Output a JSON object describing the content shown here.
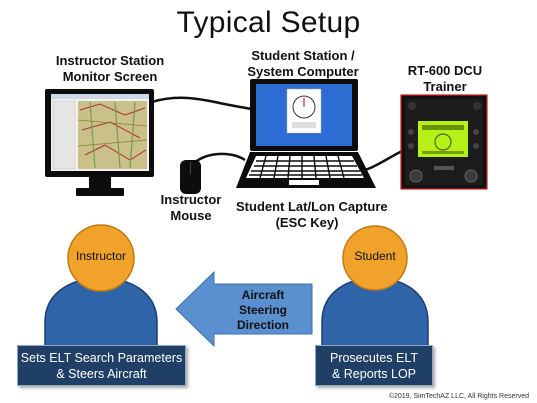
{
  "title": "Typical Setup",
  "instructor_station_label": [
    "Instructor Station",
    "Monitor Screen"
  ],
  "student_station_label": [
    "Student Station /",
    "System Computer"
  ],
  "trainer_label": [
    "RT-600 DCU",
    "Trainer"
  ],
  "mouse_label": [
    "Instructor",
    "Mouse"
  ],
  "capture_label": [
    "Student Lat/Lon Capture",
    "(ESC Key)"
  ],
  "instructor_badge": "Instructor",
  "student_badge": "Student",
  "arrow_label": [
    "Aircraft",
    "Steering",
    "Direction"
  ],
  "instructor_box": [
    "Sets ELT Search Parameters",
    "& Steers Aircraft"
  ],
  "student_box": [
    "Prosecutes ELT",
    "& Reports LOP"
  ],
  "copyright": "©2019, SimTechAZ LLC, All Rights Reserved",
  "colors": {
    "person_blue": "#2f64a8",
    "head_orange": "#f0a22a",
    "box_navy": "#1f3f66",
    "arrow_blue": "#5a8fd0",
    "lcd_green": "#b5f016"
  }
}
